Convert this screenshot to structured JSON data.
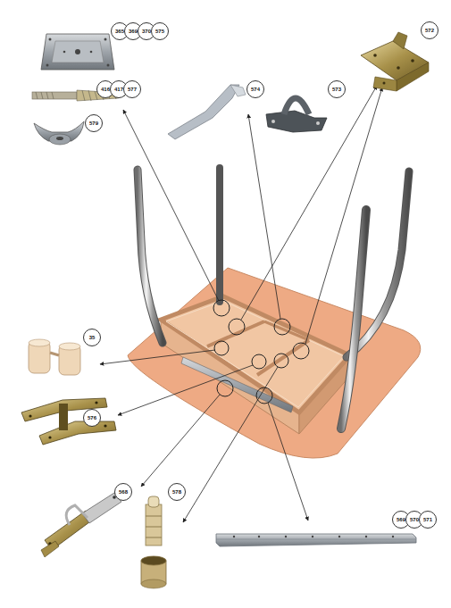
{
  "diagram": {
    "labels": [
      "365",
      "369",
      "370",
      "575",
      "416",
      "417",
      "577",
      "579",
      "574",
      "573",
      "572",
      "35",
      "576",
      "568",
      "578",
      "569",
      "570",
      "571"
    ]
  }
}
